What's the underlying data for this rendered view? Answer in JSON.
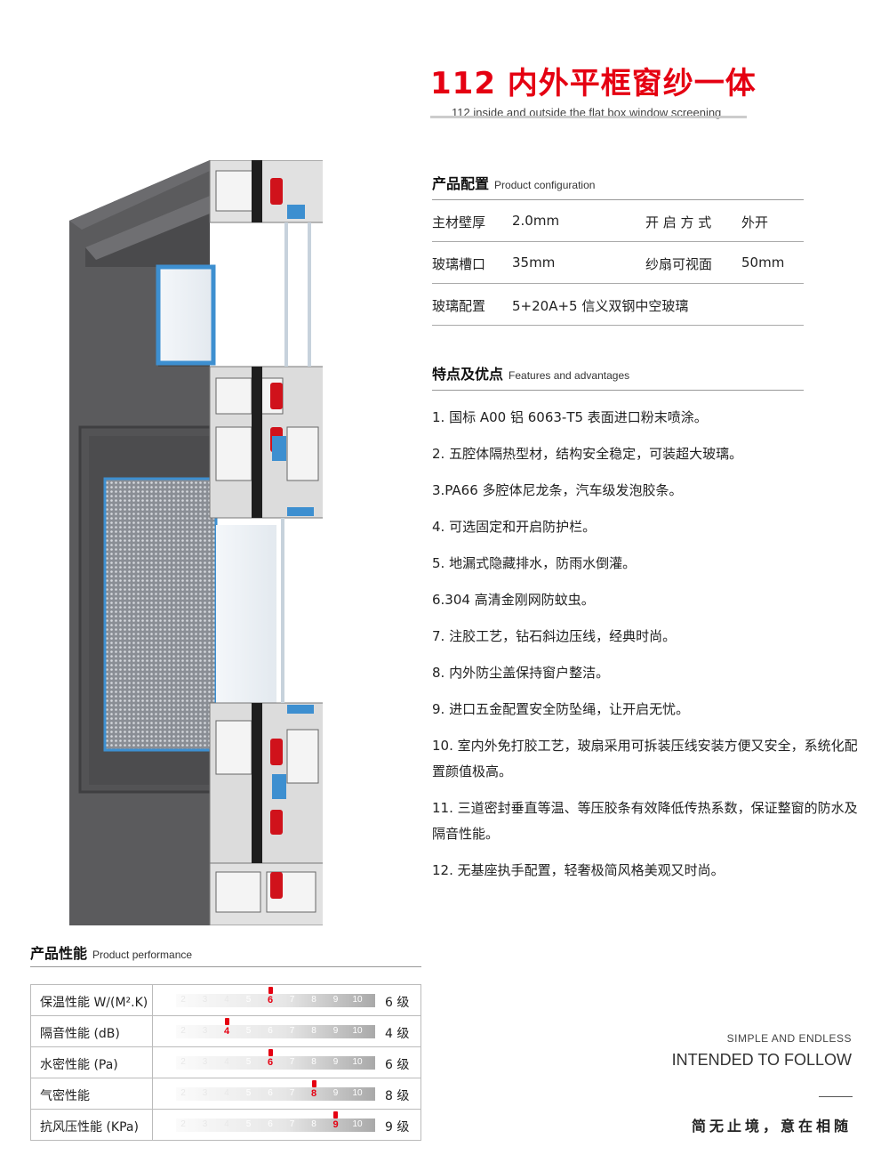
{
  "title": "112 内外平框窗纱一体",
  "subtitle": "112 inside and outside the flat box window screening",
  "config": {
    "heading_zh": "产品配置",
    "heading_en": "Product configuration",
    "rows": [
      {
        "label1": "主材壁厚",
        "value1": "2.0mm",
        "label2": "开 启 方 式",
        "value2": "外开"
      },
      {
        "label1": "玻璃槽口",
        "value1": "35mm",
        "label2": "纱扇可视面",
        "value2": "50mm"
      },
      {
        "label1": "玻璃配置",
        "value1": "5+20A+5 信义双钢中空玻璃"
      }
    ]
  },
  "features": {
    "heading_zh": "特点及优点",
    "heading_en": "Features and advantages",
    "items": [
      "1. 国标 A00 铝 6063-T5 表面进口粉末喷涂。",
      "2. 五腔体隔热型材，结构安全稳定，可装超大玻璃。",
      "3.PA66 多腔体尼龙条，汽车级发泡胶条。",
      "4. 可选固定和开启防护栏。",
      "5. 地漏式隐藏排水，防雨水倒灌。",
      "6.304 高清金刚网防蚊虫。",
      "7. 注胶工艺，钻石斜边压线，经典时尚。",
      "8. 内外防尘盖保持窗户整洁。",
      "9. 进口五金配置安全防坠绳，让开启无忧。",
      "10. 室内外免打胶工艺，玻扇采用可拆装压线安装方便又安全，系统化配置颜值极高。",
      "11. 三道密封垂直等温、等压胶条有效降低传热系数，保证整窗的防水及隔音性能。",
      "12. 无基座执手配置，轻奢极简风格美观又时尚。"
    ]
  },
  "performance": {
    "heading_zh": "产品性能",
    "heading_en": "Product performance",
    "scale": [
      "2",
      "3",
      "4",
      "5",
      "6",
      "7",
      "8",
      "9",
      "10"
    ],
    "rows": [
      {
        "label": "保温性能 W/(M².K)",
        "level": 6,
        "grade": "6 级"
      },
      {
        "label": "隔音性能 (dB)",
        "level": 4,
        "grade": "4 级"
      },
      {
        "label": "水密性能 (Pa)",
        "level": 6,
        "grade": "6 级"
      },
      {
        "label": "气密性能",
        "level": 8,
        "grade": "8 级"
      },
      {
        "label": "抗风压性能 (KPa)",
        "level": 9,
        "grade": "9 级"
      }
    ]
  },
  "slogan": {
    "en_small": "SIMPLE AND ENDLESS",
    "en_large": "INTENDED TO FOLLOW",
    "zh": "简无止境，意在相随"
  },
  "colors": {
    "accent": "#e50012",
    "frame_gray": "#5b5b5d",
    "gasket_blue": "#3d8fd0"
  }
}
